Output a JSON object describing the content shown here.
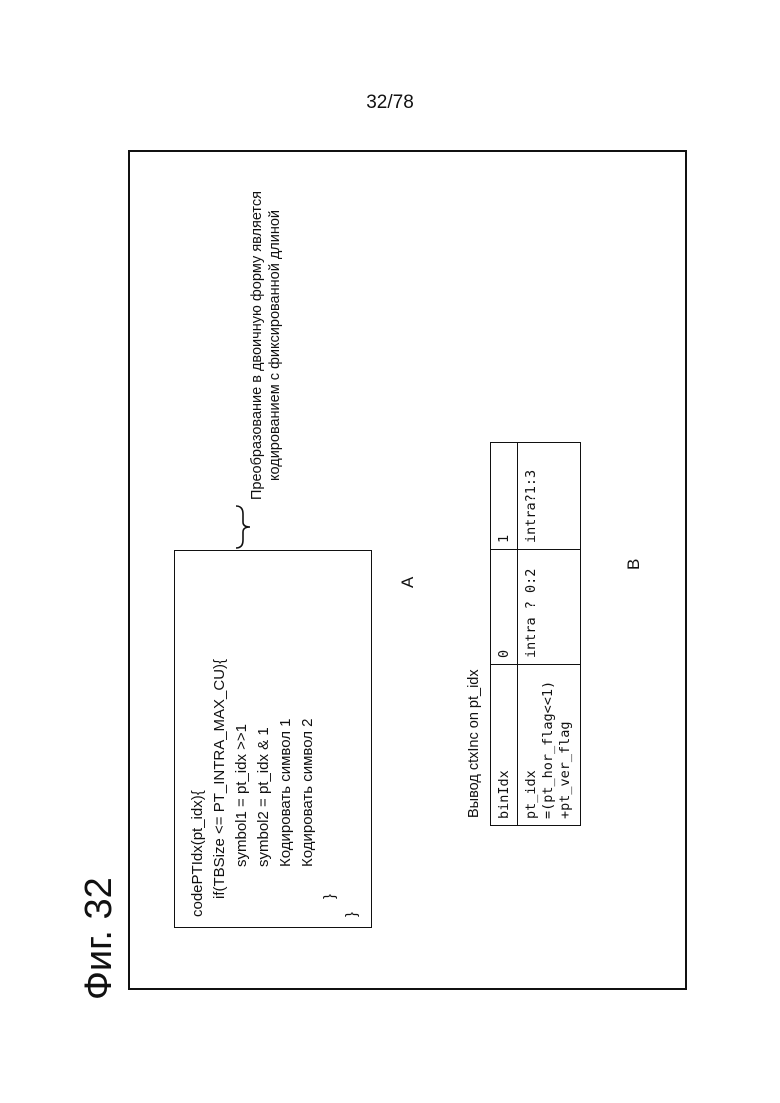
{
  "page_number": "32/78",
  "figure_label": "Фиг. 32",
  "code_box": {
    "lines": [
      "codePTIdx(pt_idx){",
      "if(TBSize <= PT_INTRA_MAX_CU){",
      "symbol1 = pt_idx >>1",
      "symbol2 = pt_idx & 1",
      "Кодировать символ 1",
      "Кодировать символ 2",
      "}",
      "}"
    ]
  },
  "annotation": {
    "line1": "Преобразование в двоичную форму является",
    "line2": "кодированием с фиксированной длиной"
  },
  "label_a": "A",
  "label_b": "B",
  "ctx_table": {
    "title": "Вывод ctxInc on pt_idx",
    "header": [
      "binIdx",
      "0",
      "1"
    ],
    "row": {
      "col0_lines": [
        "pt_idx",
        "=(pt_hor_flag<<1)",
        "+pt_ver_flag"
      ],
      "col1": "intra ? 0:2",
      "col2": "intra?1:3"
    }
  }
}
